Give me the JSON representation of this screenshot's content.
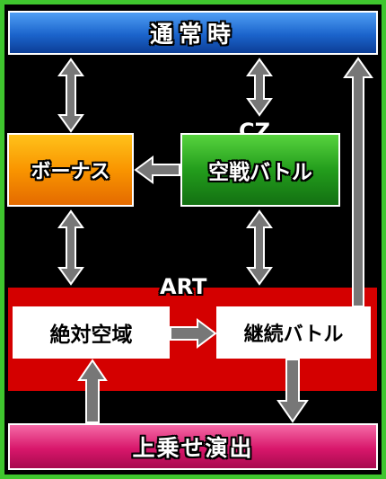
{
  "nodes": {
    "normal": "通常時",
    "bonus": "ボーナス",
    "cz_label": "CZ",
    "cz": "空戦バトル",
    "art_label": "ART",
    "zettai": "絶対空域",
    "keizoku": "継続バトル",
    "uwanose": "上乗せ演出"
  },
  "colors": {
    "frame": "#3fc62e",
    "background": "#000000",
    "normal": "#1b64cc",
    "bonus": "#f99500",
    "cz": "#239d1c",
    "art": "#d40000",
    "uwanose": "#d8176b",
    "arrow": "#7a7a7a"
  }
}
